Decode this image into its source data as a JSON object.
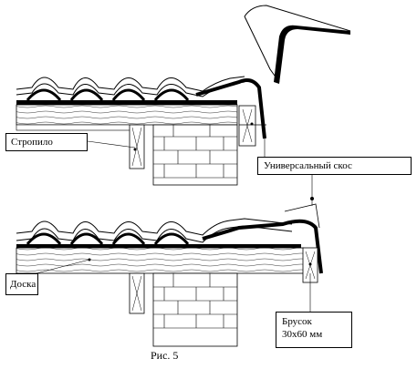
{
  "figure": {
    "caption": "Рис. 5",
    "labels": {
      "rafter": "Стропило",
      "universal_slope": "Универсальный скос",
      "board": "Доска",
      "bar_line1": "Брусок",
      "bar_line2": "30х60 мм"
    }
  },
  "colors": {
    "ink": "#000000",
    "paper": "#ffffff",
    "wood_fill": "#f4f4f4"
  }
}
